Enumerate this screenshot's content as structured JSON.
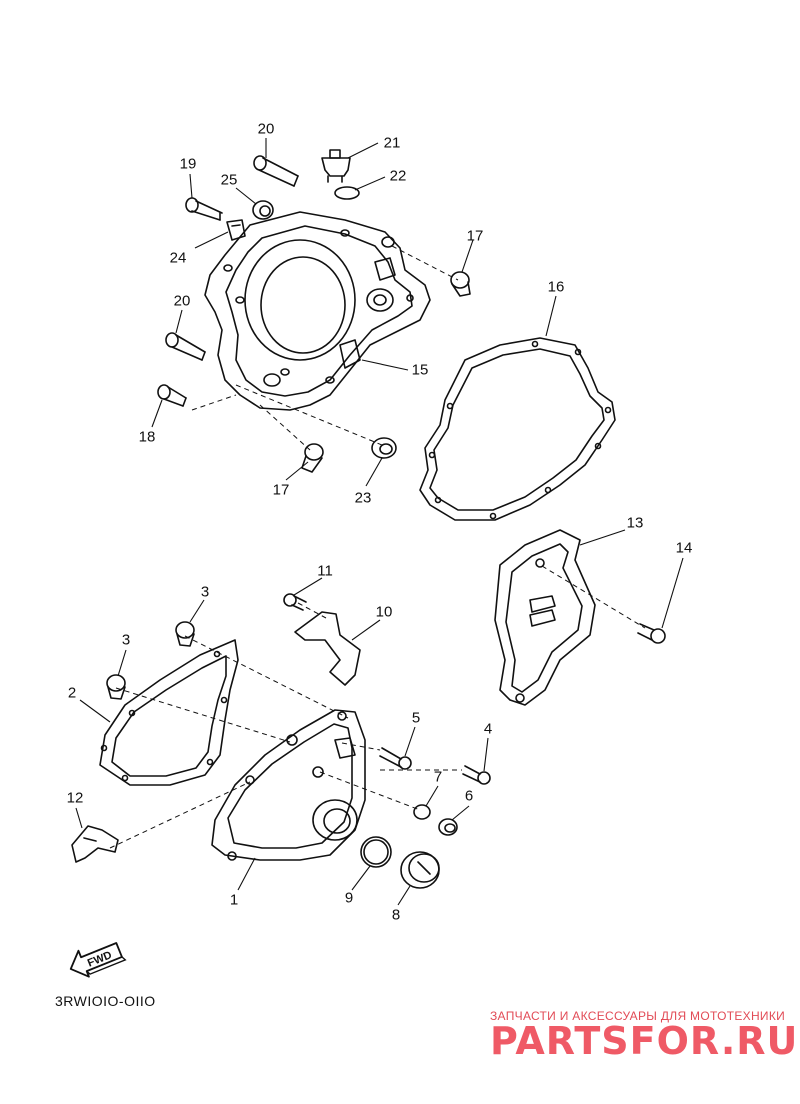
{
  "diagram": {
    "callouts": [
      {
        "id": "lbl-20a",
        "text": "20"
      },
      {
        "id": "lbl-21",
        "text": "21"
      },
      {
        "id": "lbl-19",
        "text": "19"
      },
      {
        "id": "lbl-25",
        "text": "25"
      },
      {
        "id": "lbl-22",
        "text": "22"
      },
      {
        "id": "lbl-17a",
        "text": "17"
      },
      {
        "id": "lbl-24",
        "text": "24"
      },
      {
        "id": "lbl-16",
        "text": "16"
      },
      {
        "id": "lbl-20b",
        "text": "20"
      },
      {
        "id": "lbl-15",
        "text": "15"
      },
      {
        "id": "lbl-18",
        "text": "18"
      },
      {
        "id": "lbl-17b",
        "text": "17"
      },
      {
        "id": "lbl-23",
        "text": "23"
      },
      {
        "id": "lbl-13",
        "text": "13"
      },
      {
        "id": "lbl-14",
        "text": "14"
      },
      {
        "id": "lbl-11",
        "text": "11"
      },
      {
        "id": "lbl-3a",
        "text": "3"
      },
      {
        "id": "lbl-10",
        "text": "10"
      },
      {
        "id": "lbl-3b",
        "text": "3"
      },
      {
        "id": "lbl-2",
        "text": "2"
      },
      {
        "id": "lbl-5",
        "text": "5"
      },
      {
        "id": "lbl-4",
        "text": "4"
      },
      {
        "id": "lbl-7",
        "text": "7"
      },
      {
        "id": "lbl-12",
        "text": "12"
      },
      {
        "id": "lbl-6",
        "text": "6"
      },
      {
        "id": "lbl-1",
        "text": "1"
      },
      {
        "id": "lbl-9",
        "text": "9"
      },
      {
        "id": "lbl-8",
        "text": "8"
      }
    ],
    "fwd_label": "FWD",
    "diagram_code": "3RWIOIO-OIIO"
  },
  "watermark": {
    "tagline": "ЗАПЧАСТИ И АКСЕССУАРЫ ДЛЯ МОТОТЕХНИКИ",
    "logo_text": "PARTSFOR.RU",
    "color": "#ef5a66"
  }
}
